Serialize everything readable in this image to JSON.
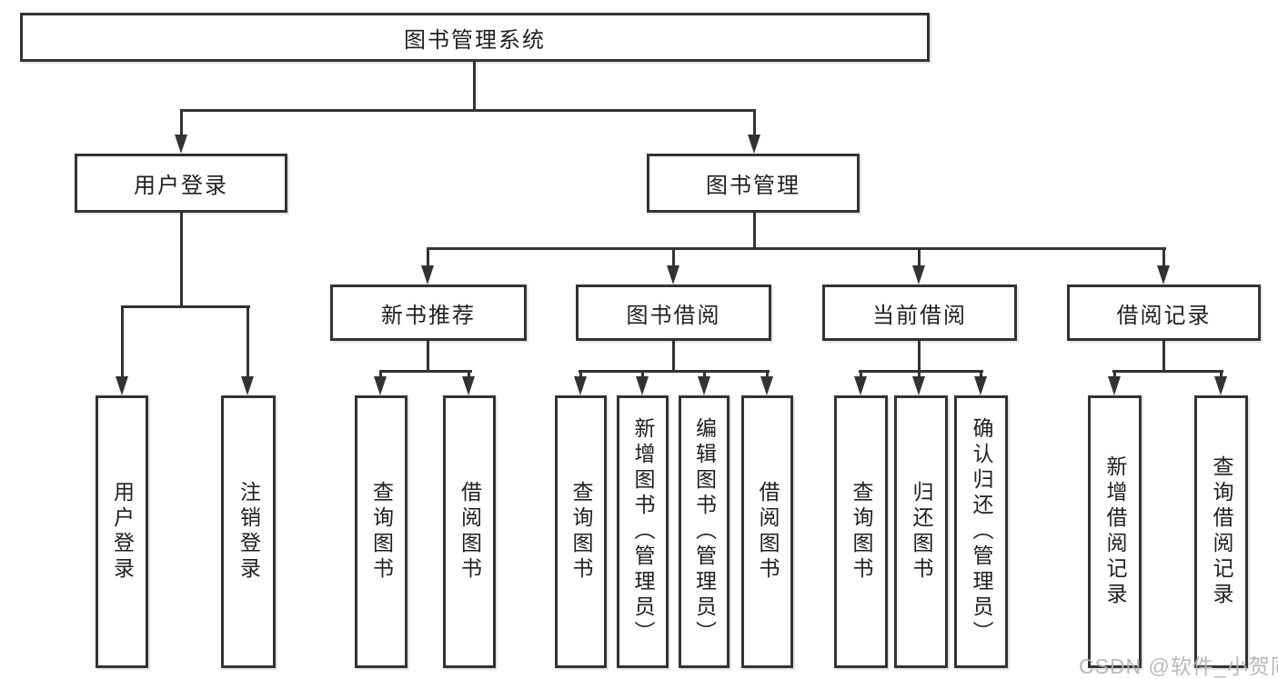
{
  "nodes": {
    "root": "图书管理系统",
    "user_login": "用户登录",
    "book_management": "图书管理",
    "new_book_recommendation": "新书推荐",
    "book_borrowing": "图书借阅",
    "current_borrowing": "当前借阅",
    "borrowing_records": "借阅记录"
  },
  "leaves": {
    "user_login": [
      "用户登录",
      "注销登录"
    ],
    "new_book_recommendation": [
      "查询图书",
      "借阅图书"
    ],
    "book_borrowing": [
      "查询图书",
      "新增图书（管理员）",
      "编辑图书（管理员）",
      "借阅图书"
    ],
    "current_borrowing": [
      "查询图书",
      "归还图书",
      "确认归还（管理员）"
    ],
    "borrowing_records": [
      "新增借阅记录",
      "查询借阅记录"
    ]
  },
  "watermark": "CSDN @软件_小贺同学",
  "colors": {
    "line": "#333333",
    "text": "#1f1f1f",
    "watermark": "#b3b3b3",
    "background": "#ffffff"
  }
}
